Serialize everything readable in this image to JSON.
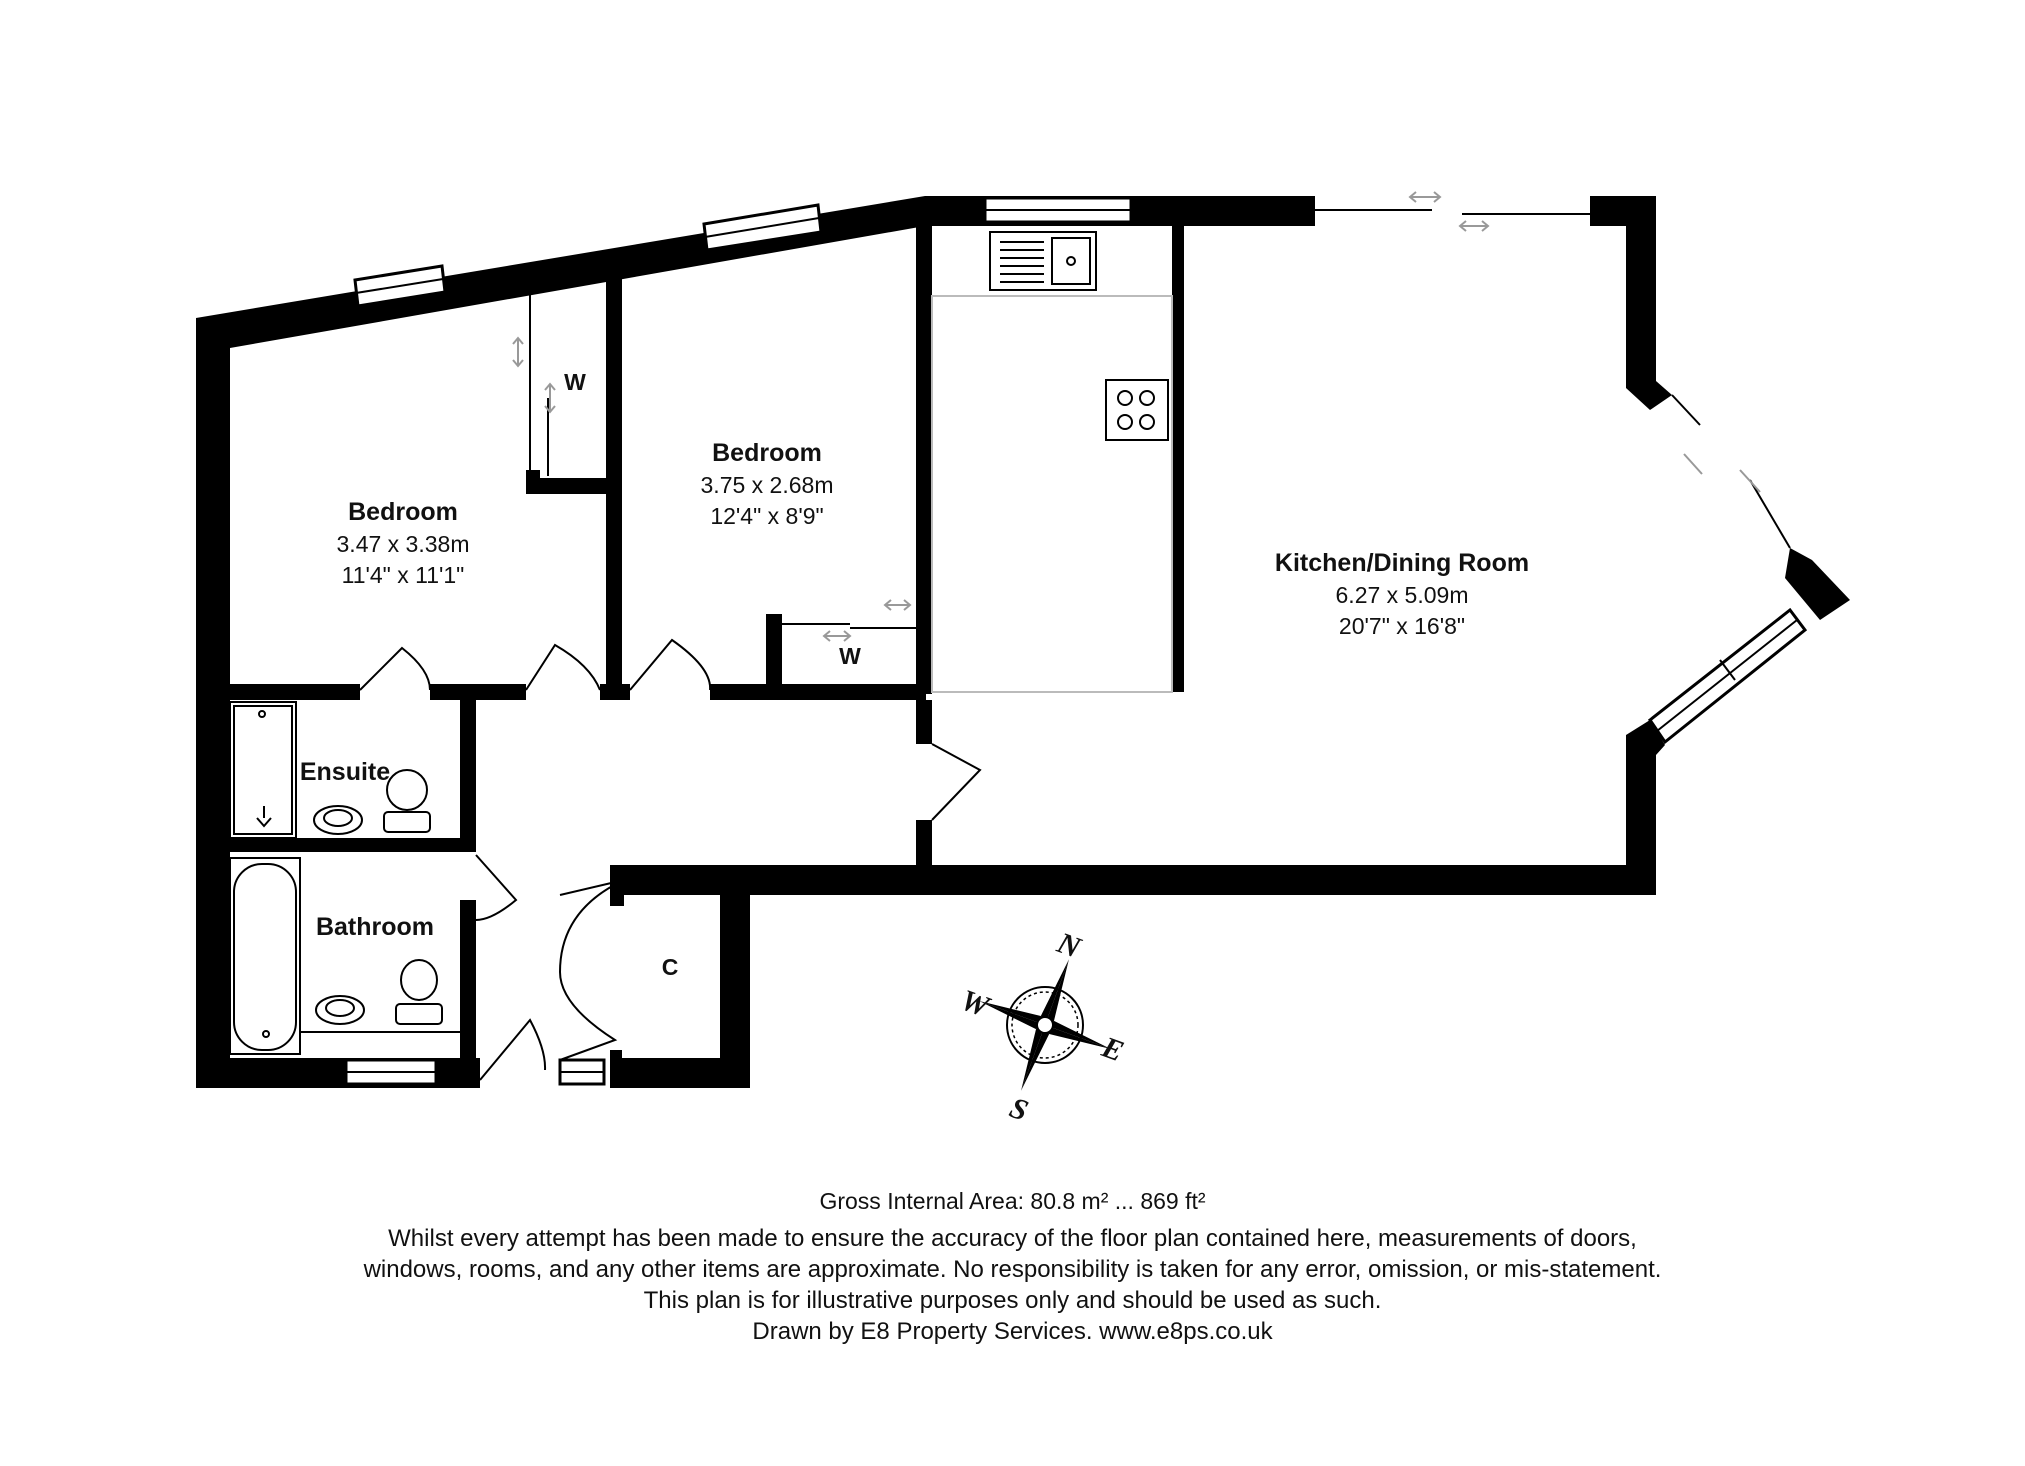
{
  "rooms": {
    "bedroom1": {
      "name": "Bedroom",
      "metric": "3.47 x 3.38m",
      "imperial": "11'4\" x 11'1\""
    },
    "bedroom2": {
      "name": "Bedroom",
      "metric": "3.75 x 2.68m",
      "imperial": "12'4\" x 8'9\""
    },
    "kitchen": {
      "name": "Kitchen/Dining Room",
      "metric": "6.27 x 5.09m",
      "imperial": "20'7\" x 16'8\""
    },
    "ensuite": {
      "name": "Ensuite"
    },
    "bathroom": {
      "name": "Bathroom"
    }
  },
  "labels": {
    "wardrobe1": "W",
    "wardrobe2": "W",
    "cupboard": "C"
  },
  "compass": {
    "n": "N",
    "e": "E",
    "s": "S",
    "w": "W"
  },
  "footer": {
    "area": "Gross Internal Area: 80.8 m² ... 869 ft²",
    "disclaimer1": "Whilst every attempt has been made to ensure the accuracy of the floor plan contained here, measurements of doors,",
    "disclaimer2": "windows, rooms, and any other items are approximate. No responsibility is taken for any error, omission, or mis-statement.",
    "disclaimer3": "This plan is for illustrative purposes only and should be used as such.",
    "credit": "Drawn by E8 Property Services. www.e8ps.co.uk"
  }
}
